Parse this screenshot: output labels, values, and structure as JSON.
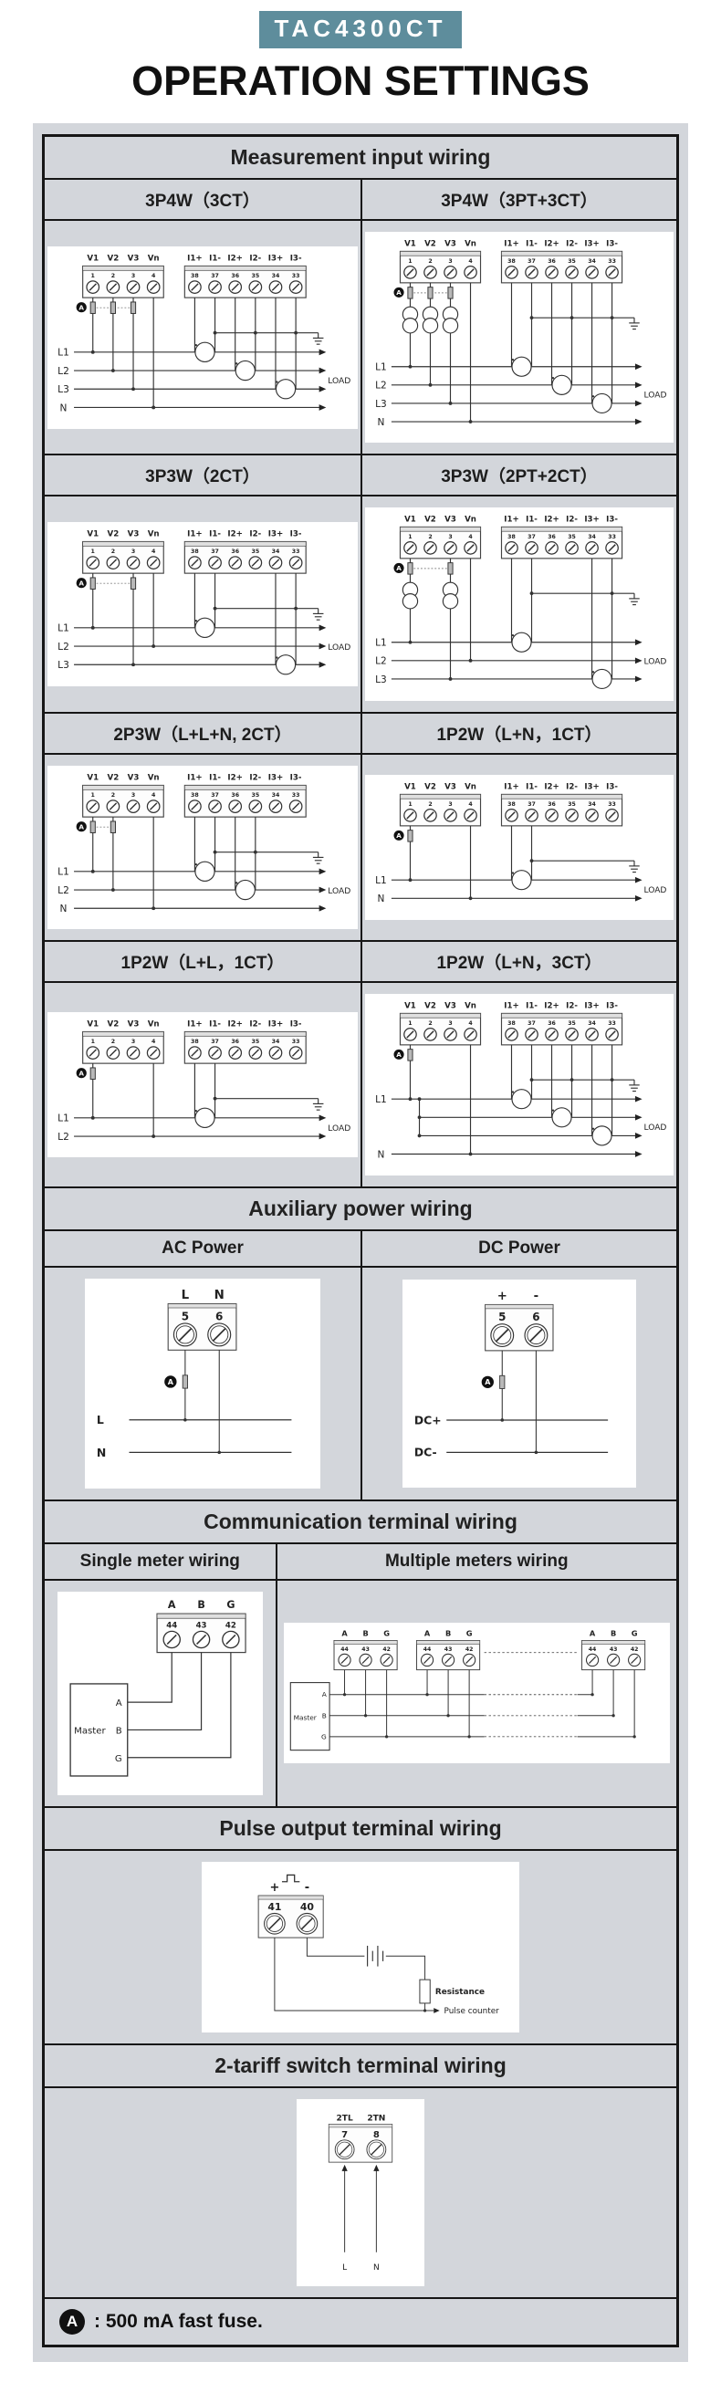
{
  "header": {
    "badge": "TAC4300CT",
    "title": "OPERATION SETTINGS"
  },
  "colors": {
    "badge_bg": "#5e8d9c",
    "panel_bg": "#d3d6db",
    "border": "#161616"
  },
  "blocks": {
    "voltage": {
      "labels": [
        "V1",
        "V2",
        "V3",
        "Vn"
      ],
      "nums": [
        "1",
        "2",
        "3",
        "4"
      ]
    },
    "current": {
      "labels": [
        "I1+",
        "I1-",
        "I2+",
        "I2-",
        "I3+",
        "I3-"
      ],
      "nums": [
        "38",
        "37",
        "36",
        "35",
        "34",
        "33"
      ]
    },
    "aux": {
      "nums": [
        "5",
        "6"
      ]
    },
    "comm": {
      "labels": [
        "A",
        "B",
        "G"
      ],
      "nums": [
        "44",
        "43",
        "42"
      ]
    },
    "pulse": {
      "labels": [
        "+",
        "-"
      ],
      "nums": [
        "41",
        "40"
      ]
    },
    "tariff": {
      "labels": [
        "2TL",
        "2TN"
      ],
      "nums": [
        "7",
        "8"
      ]
    }
  },
  "measurement": {
    "title": "Measurement input wiring",
    "load_label": "LOAD",
    "rows": [
      [
        "3P4W（3CT）",
        "3P4W（3PT+3CT）"
      ],
      [
        "3P3W（2CT）",
        "3P3W（2PT+2CT）"
      ],
      [
        "2P3W（L+L+N, 2CT）",
        "1P2W（L+N，1CT）"
      ],
      [
        "1P2W（L+L，1CT）",
        "1P2W（L+N，3CT）"
      ]
    ],
    "diagrams": {
      "d1": {
        "lines": [
          "L1",
          "L2",
          "L3",
          "N"
        ],
        "vconn": [
          [
            0,
            0
          ],
          [
            1,
            1
          ],
          [
            2,
            2
          ],
          [
            3,
            3
          ]
        ],
        "fuses": [
          0,
          1,
          2
        ],
        "cts": [
          [
            0,
            0
          ],
          [
            1,
            1
          ],
          [
            2,
            2
          ]
        ],
        "pts": 0
      },
      "d2": {
        "lines": [
          "L1",
          "L2",
          "L3",
          "N"
        ],
        "vconn": [
          [
            0,
            0
          ],
          [
            1,
            1
          ],
          [
            2,
            2
          ],
          [
            3,
            3
          ]
        ],
        "fuses": [
          0,
          1,
          2
        ],
        "cts": [
          [
            0,
            0
          ],
          [
            1,
            1
          ],
          [
            2,
            2
          ]
        ],
        "pts": 3
      },
      "d3": {
        "lines": [
          "L1",
          "L2",
          "L3"
        ],
        "vconn": [
          [
            0,
            0
          ],
          [
            2,
            2
          ],
          [
            3,
            1
          ]
        ],
        "fuses": [
          0,
          2
        ],
        "cts": [
          [
            0,
            0
          ],
          [
            2,
            2
          ]
        ],
        "pts": 0
      },
      "d4": {
        "lines": [
          "L1",
          "L2",
          "L3"
        ],
        "vconn": [
          [
            0,
            0
          ],
          [
            2,
            2
          ],
          [
            3,
            1
          ]
        ],
        "fuses": [
          0,
          2
        ],
        "cts": [
          [
            0,
            0
          ],
          [
            2,
            2
          ]
        ],
        "pts": 2
      },
      "d5": {
        "lines": [
          "L1",
          "L2",
          "N"
        ],
        "vconn": [
          [
            0,
            0
          ],
          [
            1,
            1
          ],
          [
            3,
            2
          ]
        ],
        "fuses": [
          0,
          1
        ],
        "cts": [
          [
            0,
            0
          ],
          [
            1,
            1
          ]
        ],
        "pts": 0
      },
      "d6": {
        "lines": [
          "L1",
          "N"
        ],
        "vconn": [
          [
            0,
            0
          ],
          [
            3,
            1
          ]
        ],
        "fuses": [
          0
        ],
        "cts": [
          [
            0,
            0
          ]
        ],
        "pts": 0
      },
      "d7": {
        "lines": [
          "L1",
          "L2"
        ],
        "vconn": [
          [
            0,
            0
          ],
          [
            3,
            1
          ]
        ],
        "fuses": [
          0
        ],
        "cts": [
          [
            0,
            0
          ]
        ],
        "pts": 0
      },
      "d8": {
        "lines": [
          "L1",
          "",
          "",
          "N"
        ],
        "vconn": [
          [
            0,
            0
          ],
          [
            3,
            3
          ]
        ],
        "fuses": [
          0
        ],
        "cts": [
          [
            0,
            0
          ],
          [
            1,
            1
          ],
          [
            2,
            2
          ]
        ],
        "pts": 0,
        "join": [
          0,
          2
        ]
      }
    }
  },
  "aux": {
    "title": "Auxiliary power wiring",
    "cols": [
      "AC Power",
      "DC Power"
    ],
    "diagrams": {
      "ac": {
        "labels": [
          "L",
          "N"
        ],
        "lines": [
          "L",
          "N"
        ]
      },
      "dc": {
        "labels": [
          "+",
          "-"
        ],
        "lines": [
          "DC+",
          "DC-"
        ]
      }
    }
  },
  "comm": {
    "title": "Communication terminal wiring",
    "cols": [
      "Single meter wiring",
      "Multiple meters wiring"
    ],
    "master": "Master"
  },
  "pulse": {
    "title": "Pulse output terminal wiring",
    "resistance": "Resistance",
    "counter": "Pulse counter"
  },
  "tariff": {
    "title": "2-tariff switch terminal wiring",
    "feeds": [
      "L",
      "N"
    ]
  },
  "footer": {
    "symbol": "A",
    "text": ": 500 mA fast fuse."
  }
}
